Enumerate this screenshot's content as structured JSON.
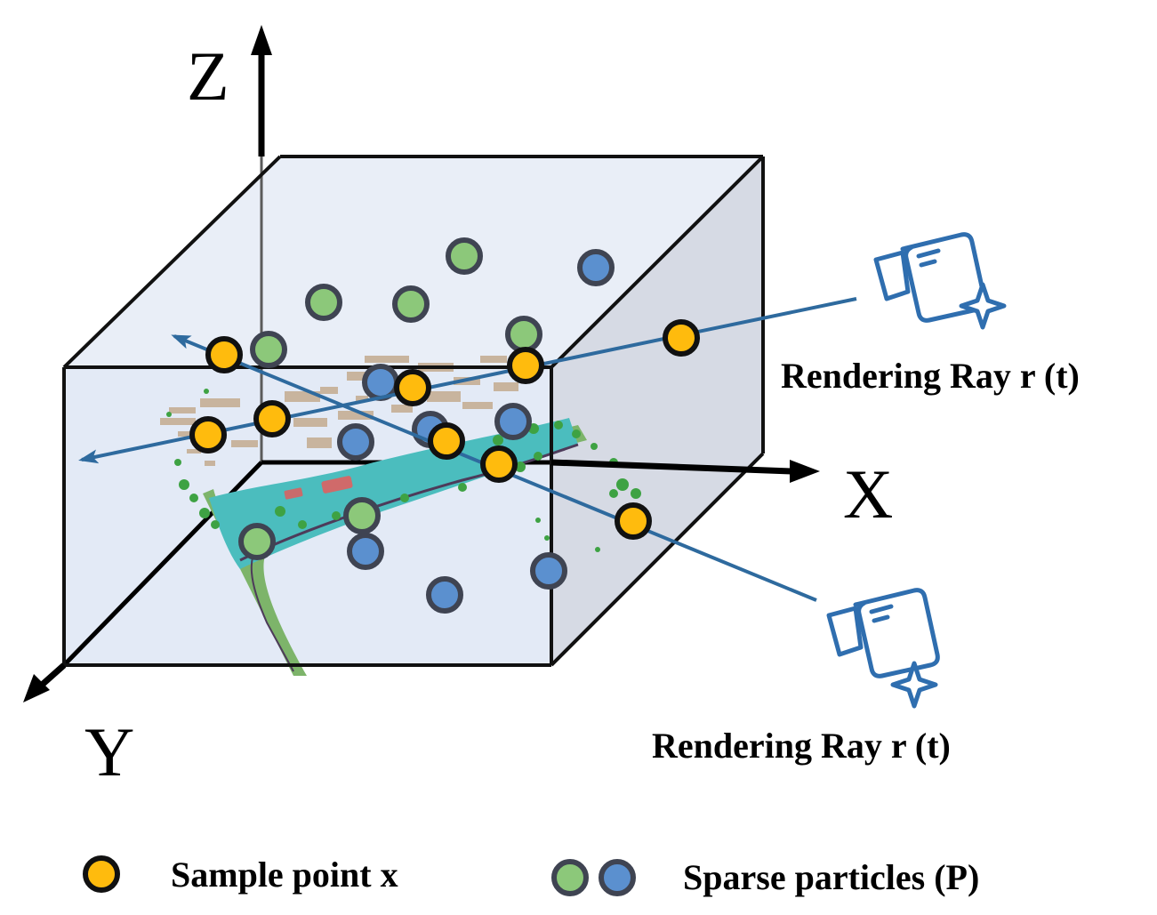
{
  "axes": {
    "z_label": "Z",
    "x_label": "X",
    "y_label": "Y"
  },
  "rays": [
    {
      "label": "Rendering Ray r (t)"
    },
    {
      "label": "Rendering Ray r (t)"
    }
  ],
  "legend": {
    "sample_point_label": "Sample point x",
    "sparse_particles_label": "Sparse particles (P)"
  },
  "colors": {
    "sample_point": "#FFBB0D",
    "particle_green": "#8CC87A",
    "particle_blue": "#5B90CF",
    "outline": "#3F4452",
    "ray": "#2E6A9E",
    "camera": "#2F6EAF",
    "cube_fill": "#E6ECF6",
    "cube_side": "#D5DAE5"
  },
  "icons": {
    "camera_top": "camera-sparkle-icon",
    "camera_bottom": "camera-sparkle-icon"
  }
}
